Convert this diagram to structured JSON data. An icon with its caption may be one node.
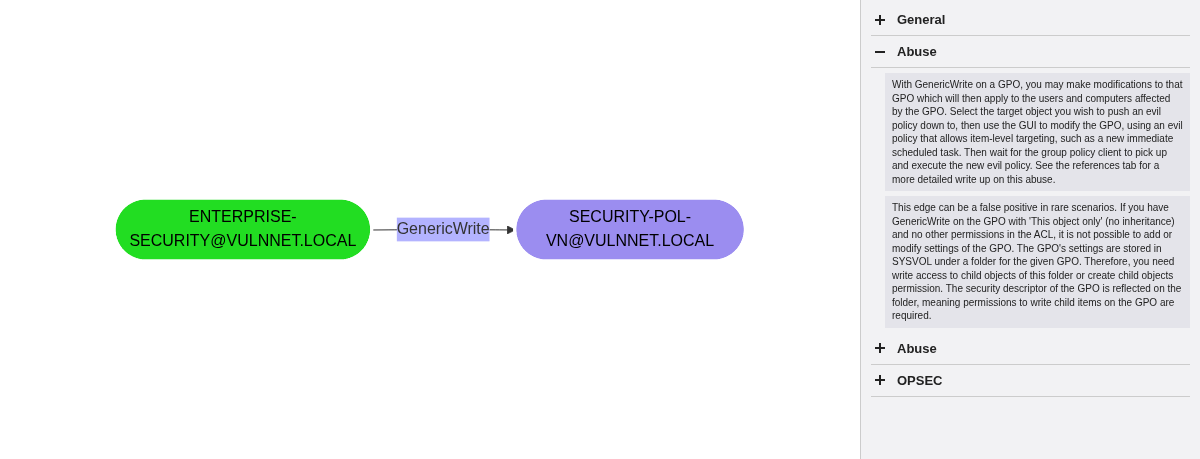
{
  "diagram": {
    "nodes": [
      {
        "text": [
          "ENTERPRISE-SECURITY@VULNNET.LOCAL"
        ]
      },
      {
        "text": [
          "SECURITY-POL-VN@VULNNET.LOCAL"
        ]
      }
    ],
    "edges": [
      {
        "from": 0,
        "to": 1,
        "label": "GenericWrite",
        "arrow": "to"
      }
    ],
    "labels": [
      "General",
      "Abuse",
      "With GenericWrite on a GPO, you may make modifications to that GPO which will then apply to the users and computers affected by the GPO. Select the target object you wish to push an evil policy down to, then use the GUI to modify the GPO, using an evil policy that allows item-level targeting, such as a new immediate scheduled task. Then wait for the group policy client to pick up and execute the new evil policy. See the references tab for a more detailed write up on this abuse.",
      "This edge can be a false positive in rare scenarios. If you have GenericWrite on the GPO with 'This object only' (no inheritance) and no other permissions in the ACL, it is not possible to add or modify settings of the GPO. The GPO's settings are stored in SYSVOL under a folder for the given GPO. Therefore, you need write access to child objects of this folder or create child objects permission. The security descriptor of the GPO is reflected on the folder, meaning permissions to write child items on the GPO are required.",
      "Abuse",
      "OPSEC"
    ]
  }
}
